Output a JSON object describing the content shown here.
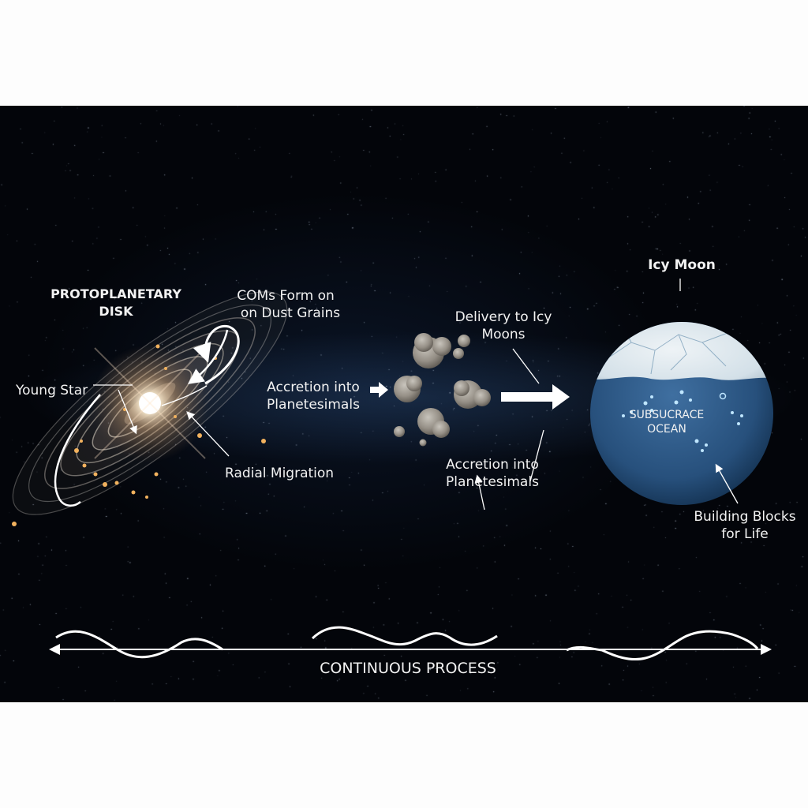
{
  "diagram": {
    "background_color": "#03050a",
    "page_color": "#fdfdfd",
    "sections": {
      "disk": {
        "title_line1": "PROTOPLANETARY",
        "title_line2": "DISK",
        "young_star": "Young Star",
        "coms_line1": "COMs Form on",
        "coms_line2": "on Dust Grains",
        "radial_migration": "Radial Migration",
        "glow_color": "#fff1d6",
        "particle_color": "#f2b25e"
      },
      "planetesimals": {
        "accretion_left_line1": "Accretion into",
        "accretion_left_line2": "Planetesimals",
        "accretion_bottom_line1": "Accretion into",
        "accretion_bottom_line2": "Planetesimals",
        "delivery_line1": "Delivery to Icy",
        "delivery_line2": "Moons",
        "rock_color": "#9c978f"
      },
      "moon": {
        "title": "Icy Moon",
        "ocean_line1": "SUBSUCRACE",
        "ocean_line2": "OCEAN",
        "building_line1": "Building Blocks",
        "building_line2": "for Life",
        "ice_color": "#dfe9ef",
        "ocean_color": "#2a5683"
      }
    },
    "timeline": {
      "label": "CONTINUOUS PROCESS"
    }
  }
}
